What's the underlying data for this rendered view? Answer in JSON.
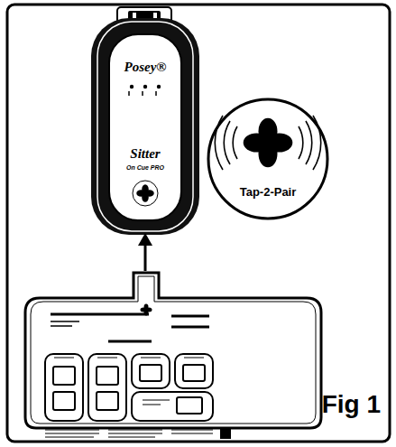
{
  "diagram": {
    "nodes": [
      {
        "text": [
          "Posey®",
          "Sitter",
          "On Cue PRO"
        ]
      },
      {
        "text": [
          "Tap-2-Pair"
        ]
      }
    ],
    "labels": [
      "Fig 1"
    ]
  }
}
